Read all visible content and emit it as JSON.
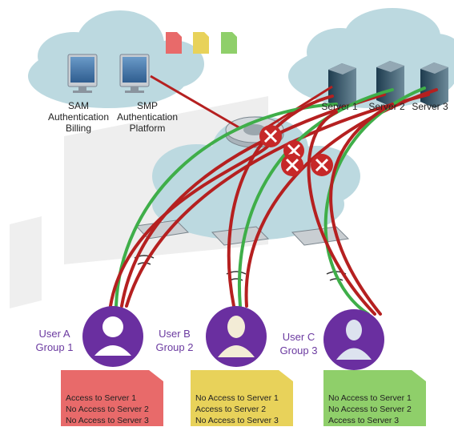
{
  "auth": {
    "sam_label": "SAM",
    "sam_sub1": "Authentication",
    "sam_sub2": "Billing",
    "smp_label": "SMP",
    "smp_sub1": "Authentication",
    "smp_sub2": "Platform"
  },
  "servers": [
    "Server 1",
    "Server 2",
    "Server 3"
  ],
  "users": [
    {
      "name": "User A",
      "group": "Group 1"
    },
    {
      "name": "User B",
      "group": "Group 2"
    },
    {
      "name": "User C",
      "group": "Group 3"
    }
  ],
  "policies": [
    {
      "lines": [
        "Access to Server 1",
        "No Access to Server 2",
        "No Access to Server 3"
      ],
      "color": "#e86a6a"
    },
    {
      "lines": [
        "No Access to Server 1",
        "Access to Server 2",
        "No Access to Server 3"
      ],
      "color": "#e8d25a"
    },
    {
      "lines": [
        "No Access to Server 1",
        "No Access to Server 2",
        "Access to Server 3"
      ],
      "color": "#8fcf6a"
    }
  ],
  "colors": {
    "cloud": "#bcd9e0",
    "allowed": "#3fae49",
    "denied": "#b52020",
    "user": "#6a2fa0",
    "block": "#c62828"
  },
  "icons": [
    "cloud-icon",
    "monitor-icon",
    "server-icon",
    "switch-icon",
    "access-point-icon",
    "user-icon",
    "blocked-icon",
    "document-icon"
  ]
}
